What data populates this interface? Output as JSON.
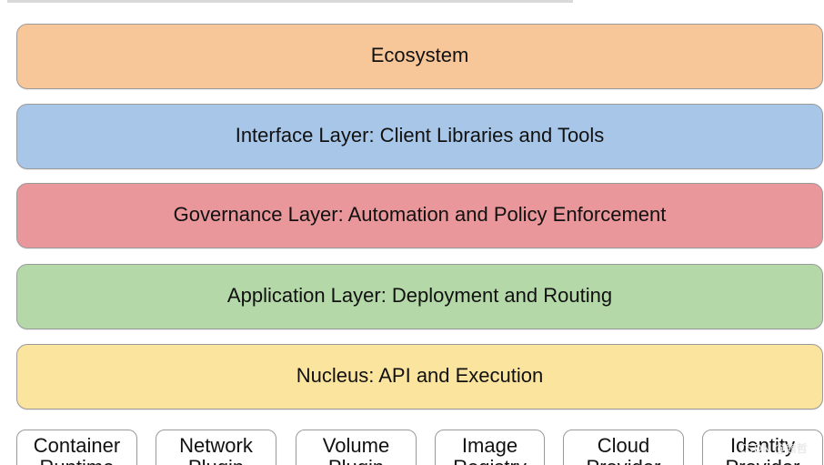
{
  "diagram": {
    "layers": [
      {
        "key": "ecosystem",
        "label": "Ecosystem",
        "color": "#f7c79a"
      },
      {
        "key": "interface",
        "label": "Interface Layer: Client Libraries and Tools",
        "color": "#a7c6e8"
      },
      {
        "key": "governance",
        "label": "Governance Layer: Automation and Policy Enforcement",
        "color": "#e9979a"
      },
      {
        "key": "application",
        "label": "Application Layer: Deployment and Routing",
        "color": "#b4d8a8"
      },
      {
        "key": "nucleus",
        "label": "Nucleus: API and Execution",
        "color": "#fbe49e"
      }
    ],
    "plugins": [
      {
        "line1": "Container",
        "line2": "Runtime"
      },
      {
        "line1": "Network",
        "line2": "Plugin"
      },
      {
        "line1": "Volume",
        "line2": "Plugin"
      },
      {
        "line1": "Image",
        "line2": "Registry"
      },
      {
        "line1": "Cloud",
        "line2": "Provider"
      },
      {
        "line1": "Identity",
        "line2": "Provider"
      }
    ]
  },
  "watermark": {
    "text": "CSDN @熊哲"
  }
}
